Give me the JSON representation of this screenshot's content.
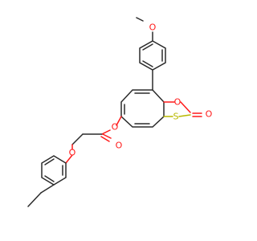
{
  "molecule": {
    "atoms": {
      "o_methoxy": "O",
      "o_ester": "O",
      "o_carbonyl_ester": "O",
      "o_ether": "O",
      "o_ring": "O",
      "s_ring": "S",
      "o_carbonyl_ring": "O"
    },
    "element_colors": {
      "carbon": "#2b2b2b",
      "oxygen": "#ff1a1a",
      "sulfur": "#b8b800"
    }
  }
}
